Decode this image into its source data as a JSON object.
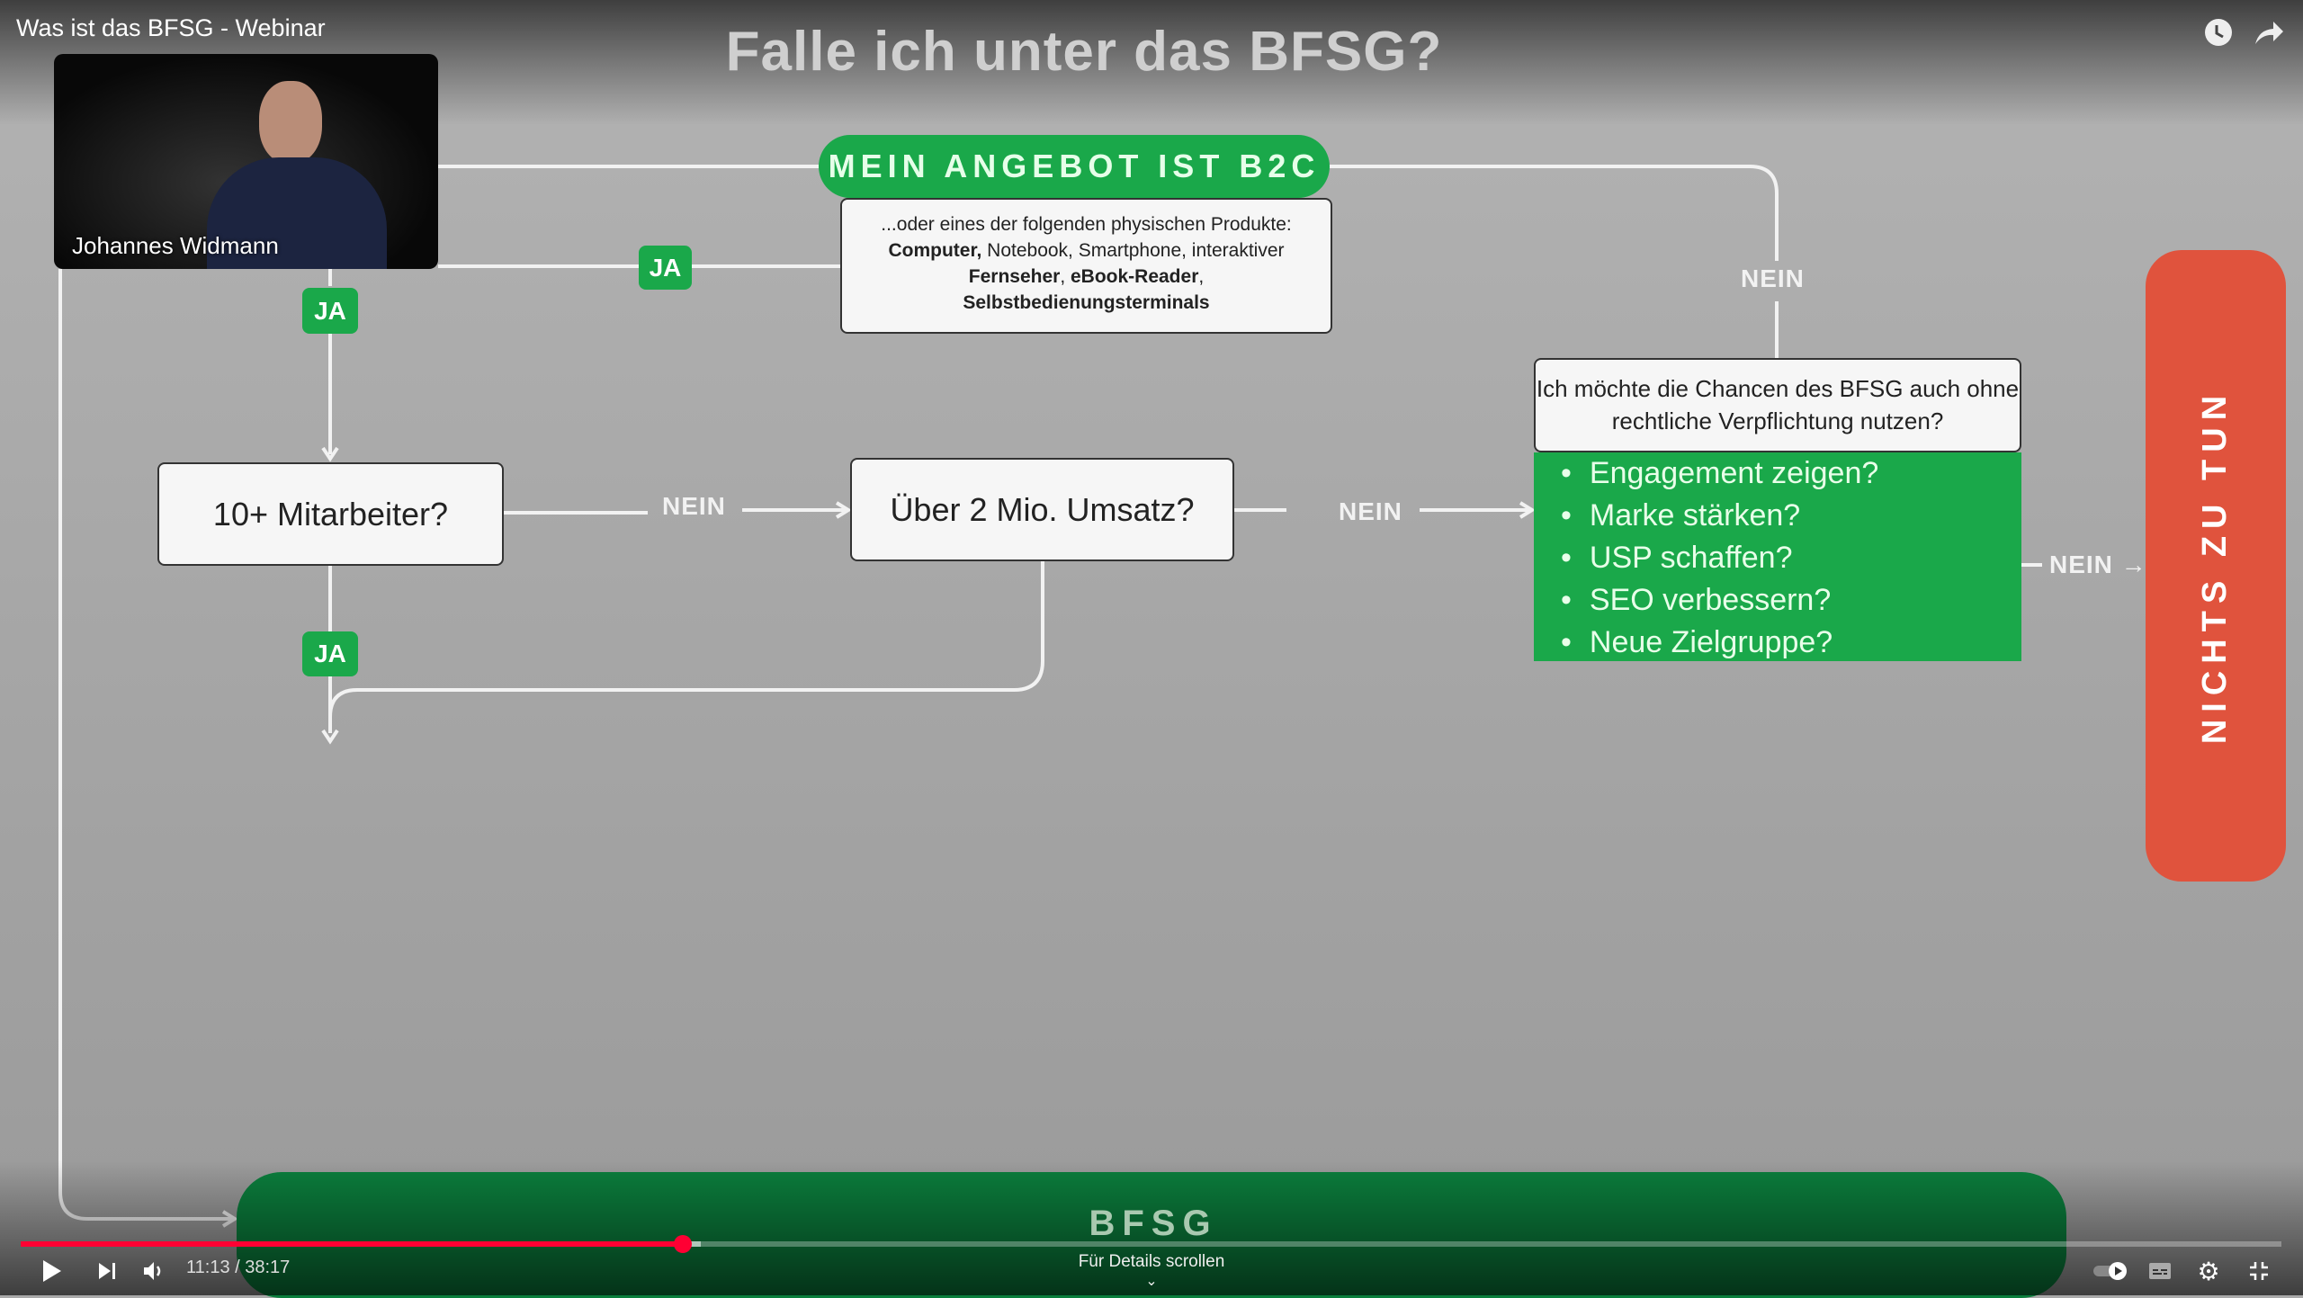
{
  "video": {
    "title": "Was ist das BFSG - Webinar",
    "presenter": "Johannes Widmann",
    "current_time": "11:13",
    "duration": "38:17",
    "time_display": "11:13 / 38:17",
    "progress_fraction": 0.293,
    "scroll_hint": "Für Details scrollen"
  },
  "slide": {
    "title": "Falle ich unter das BFSG?",
    "b2c_pill": "MEIN ANGEBOT IST B2C",
    "b2c_detail": {
      "intro": "...oder eines der folgenden physischen Produkte:",
      "line2_bold": "Computer,",
      "line2_rest": " Notebook, Smartphone, interaktiver",
      "line3_bold1": "Fernseher",
      "line3_sep": ", ",
      "line3_bold2": "eBook-Reader",
      "line3_end": ",",
      "line4_bold": "Selbstbedienungsterminals"
    },
    "q_employees": "10+ Mitarbeiter?",
    "q_revenue": "Über 2 Mio. Umsatz?",
    "q_chances": "Ich möchte die Chancen des BFSG auch ohne rechtliche Verpflichtung nutzen?",
    "benefits": [
      "Engagement zeigen?",
      "Marke stärken?",
      "USP schaffen?",
      "SEO verbessern?",
      "Neue Zielgruppe?"
    ],
    "yes": "JA",
    "no": "NEIN",
    "no_arrow": "NEIN →",
    "nothing": "NICHTS ZU TUN",
    "bfsg": "BFSG"
  },
  "colors": {
    "green": "#1aa84a",
    "dark_green": "#0b7f3d",
    "red": "#e0533d",
    "progress": "#ff0033"
  }
}
